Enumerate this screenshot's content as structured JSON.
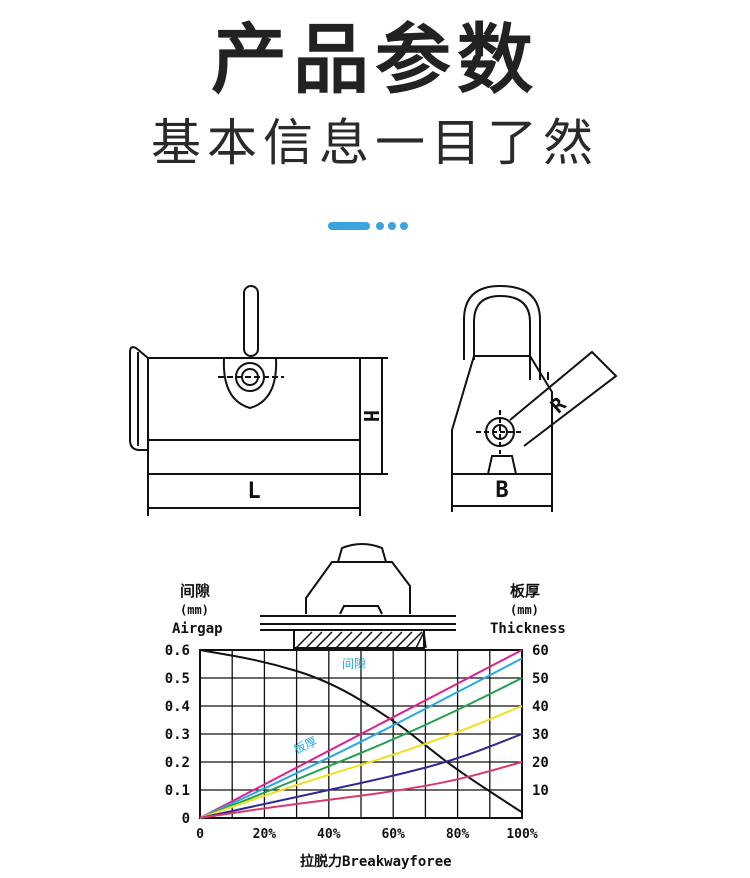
{
  "header": {
    "title": "产品参数",
    "subtitle": "基本信息一目了然",
    "accent_color": "#3aa3e0"
  },
  "drawing": {
    "front_view": {
      "length_label": "L",
      "height_label": "H"
    },
    "side_view": {
      "width_label": "B",
      "radius_label": "R"
    }
  },
  "chart_data": {
    "type": "line",
    "left_axis": {
      "label_zh": "间隙",
      "unit": "(mm)",
      "label_en": "Airgap",
      "ticks": [
        "0.6",
        "0.5",
        "0.4",
        "0.3",
        "0.2",
        "0.1",
        "0"
      ],
      "ylim": [
        0,
        0.6
      ]
    },
    "right_axis": {
      "label_zh": "板厚",
      "unit": "(mm)",
      "label_en": "Thickness",
      "ticks": [
        "60",
        "50",
        "40",
        "30",
        "20",
        "10"
      ],
      "ylim": [
        0,
        60
      ]
    },
    "x_axis": {
      "label": "拉脱力Breakwayforee",
      "ticks": [
        "0",
        "20%",
        "40%",
        "60%",
        "80%",
        "100%"
      ],
      "xlim": [
        0,
        100
      ]
    },
    "annotations": {
      "airgap_curve": "间隙",
      "thickness_curves": "板厚"
    },
    "series": [
      {
        "axis": "left",
        "color": "#111111",
        "x": [
          0,
          20,
          40,
          60,
          70,
          80,
          100
        ],
        "y": [
          0.6,
          0.56,
          0.49,
          0.35,
          0.26,
          0.17,
          0.02
        ]
      },
      {
        "axis": "right",
        "color": "#e0208a",
        "x": [
          0,
          20,
          40,
          60,
          80,
          100
        ],
        "y": [
          0,
          12,
          24,
          36,
          48,
          60
        ]
      },
      {
        "axis": "right",
        "color": "#2aa8e0",
        "x": [
          0,
          20,
          40,
          60,
          80,
          100
        ],
        "y": [
          0,
          10.5,
          21.5,
          33,
          45,
          57
        ]
      },
      {
        "axis": "right",
        "color": "#22a050",
        "x": [
          0,
          20,
          40,
          60,
          80,
          100
        ],
        "y": [
          0,
          9,
          18.5,
          28,
          38.5,
          50
        ]
      },
      {
        "axis": "right",
        "color": "#f0e020",
        "x": [
          0,
          20,
          40,
          60,
          80,
          100
        ],
        "y": [
          0,
          8,
          15.5,
          22.5,
          30.5,
          40
        ]
      },
      {
        "axis": "right",
        "color": "#302890",
        "x": [
          0,
          20,
          40,
          60,
          80,
          100
        ],
        "y": [
          0,
          5,
          10,
          15,
          21,
          30
        ]
      },
      {
        "axis": "right",
        "color": "#d83a6a",
        "x": [
          0,
          20,
          40,
          60,
          80,
          100
        ],
        "y": [
          0,
          3.5,
          6.5,
          9.5,
          13.5,
          20
        ]
      }
    ]
  }
}
